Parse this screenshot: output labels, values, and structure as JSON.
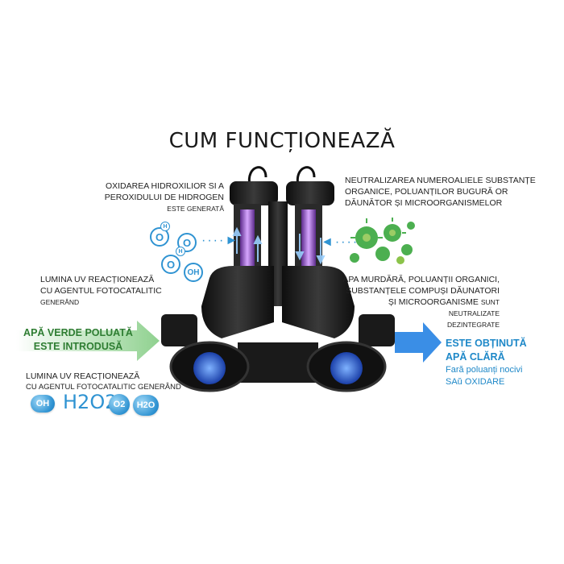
{
  "title": "CUM FUNCȚIONEAZĂ",
  "labels": {
    "top_left_line1": "OXIDAREA HIDROXILIOR SI A",
    "top_left_line2_main": "PEROXIDULUI DE HIDROGEN",
    "top_left_line2_small": "ESTE GENERATĂ",
    "top_right_line1": "NEUTRALIZAREA NUMEROALIELE SUBSTANȚE",
    "top_right_line2": "ORGANICE, POLUANȚILOR BUGURĂ OR",
    "top_right_line3": "DĂUNĂTOR ȘI MICROORGANISMELOR",
    "mid_left_line1": "LUMINA UV REACȚIONEAZĂ",
    "mid_left_line2_main": "CU AGENTUL FOTOCATALITIC",
    "mid_left_line2_small": "GENERÂND",
    "mid_right_line1": "APA MURDĂRĂ, POLUANȚII ORGANICI,",
    "mid_right_line2": "SUBSTANȚELE COMPUȘI DĂUNATORI",
    "mid_right_line3_main": "ȘI MICROORGANISME",
    "mid_right_line3_small": "SUNT NEUTRALIZATE",
    "mid_right_line4_small": "DEZINTEGRATE",
    "inlet_line1": "APĂ VERDE POLUATĂ",
    "inlet_line2": "ESTE INTRODUSĂ",
    "outlet_line1": "ESTE OBȚINUTĂ",
    "outlet_line2": "APĂ CLĂRĂ",
    "outlet_line3": "Fară poluanți nocivi",
    "outlet_line4": "SAŭ OXIDARE",
    "bottom_left_line1": "LUMINA UV REACȚIONEAZĂ",
    "bottom_left_line2": "CU AGENTUL FOTOCATALITIC GENERÂND"
  },
  "molecules": {
    "oh": "OH",
    "o2": "O2",
    "h2o": "H2O",
    "h2o2": "H2O2",
    "atom_h": "H",
    "atom_o": "O",
    "atom_oh": "OH"
  },
  "colors": {
    "inlet_green": "#2e7d32",
    "outlet_blue": "#1e88c8",
    "uv_violet": "#8a3fc4",
    "device": "#1c1c1c"
  },
  "icons": [
    "dirty-water-arrow",
    "clean-water-arrow",
    "bacteria-cluster-icon",
    "uv-lamp-icon",
    "molecule-icon"
  ]
}
